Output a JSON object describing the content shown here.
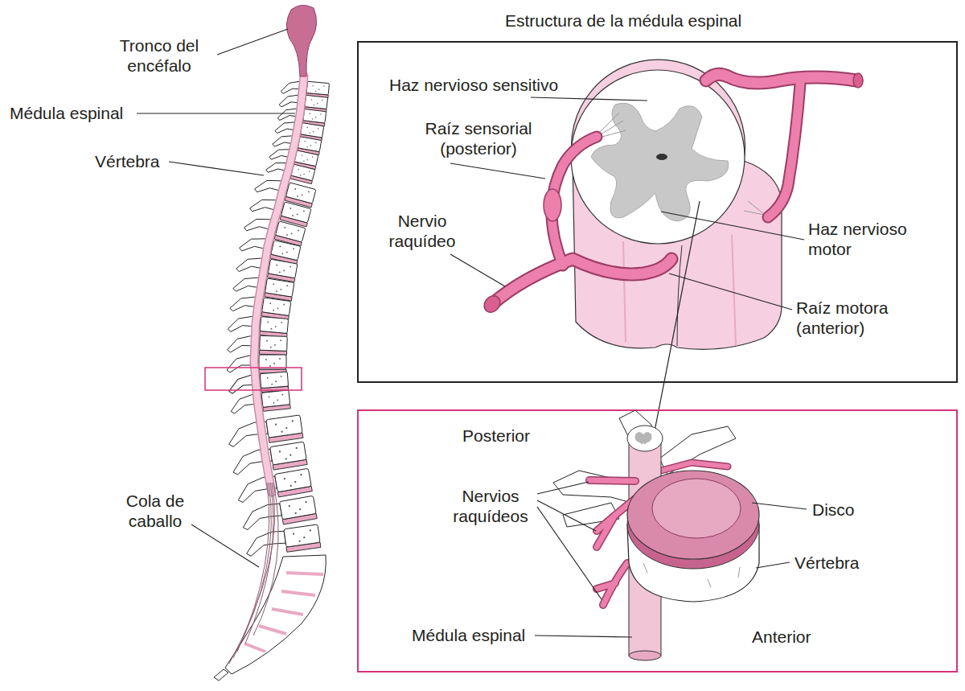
{
  "diagram": {
    "title": "Estructura de la médula espinal",
    "labels": [
      "Tronco del encéfalo",
      "Médula espinal",
      "Vértebra",
      "Cola de caballo",
      "Haz nervioso sensitivo",
      "Raíz sensorial (posterior)",
      "Nervio raquídeo",
      "Haz nervioso motor",
      "Raíz motora (anterior)",
      "Posterior",
      "Nervios raquídeos",
      "Disco",
      "Vértebra",
      "Médula espinal",
      "Anterior"
    ]
  }
}
